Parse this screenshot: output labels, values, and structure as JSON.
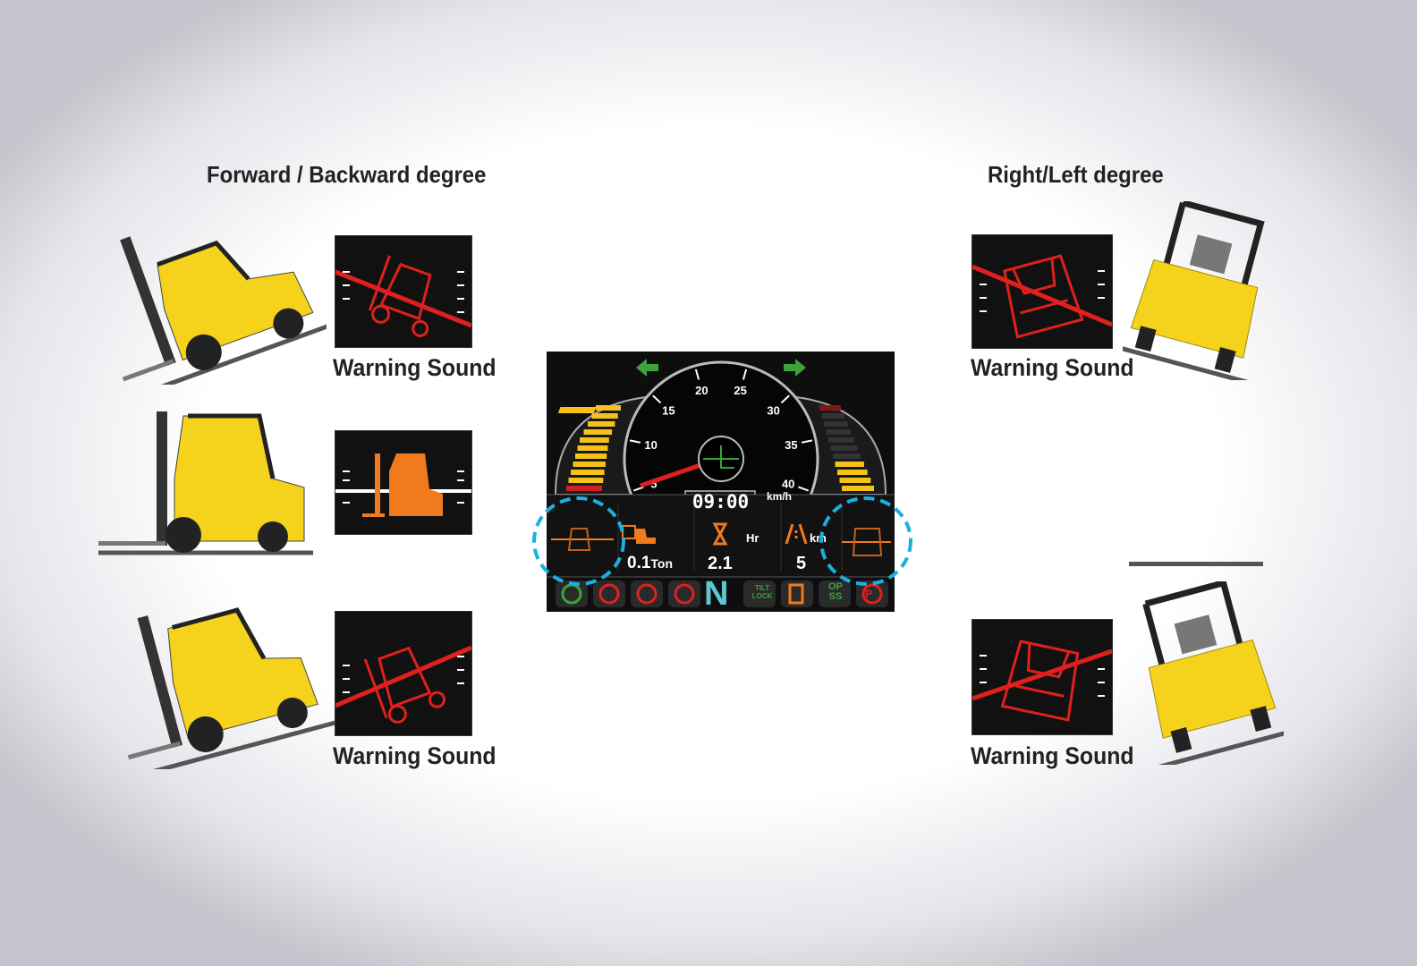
{
  "titles": {
    "forward_backward": "Forward / Backward degree",
    "right_left": "Right/Left degree"
  },
  "warnings": {
    "fb_forward": "Warning Sound",
    "fb_backward": "Warning Sound",
    "rl_right": "Warning Sound",
    "rl_left": "Warning Sound"
  },
  "dashboard": {
    "speed_ticks": [
      "5",
      "10",
      "15",
      "20",
      "25",
      "30",
      "35",
      "40"
    ],
    "speed_unit": "km/h",
    "clock": "09:00",
    "load_value": "0.1",
    "load_unit": "Ton",
    "hours_unit": "Hr",
    "hours_value": "2.1",
    "distance_unit": "km",
    "distance_value": "5",
    "gear": "N",
    "tilt_lock": "TILT LOCK",
    "opss": "OP SS",
    "parking": "P"
  },
  "colors": {
    "warning_red": "#e0201c",
    "ok_orange": "#f07a1e",
    "accent_blue": "#1ab0e0",
    "forklift_yellow": "#f5d21c"
  }
}
